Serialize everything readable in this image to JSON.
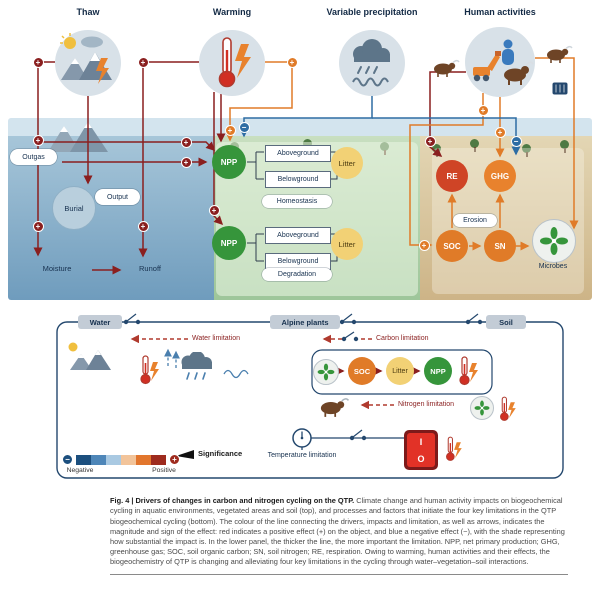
{
  "drivers": {
    "thaw": "Thaw",
    "warming": "Warming",
    "variable_precipitation": "Variable precipitation",
    "human_activities": "Human activities"
  },
  "aquatic": {
    "outgas": "Outgas",
    "burial": "Burial",
    "output": "Output",
    "moisture": "Moisture",
    "runoff": "Runoff"
  },
  "vegetated": {
    "npp": "NPP",
    "aboveground": "Aboveground",
    "belowground": "Belowground",
    "litter": "Litter",
    "homeostasis": "Homeostasis",
    "degradation": "Degradation"
  },
  "soil_zone": {
    "re": "RE",
    "ghg": "GHG",
    "erosion": "Erosion",
    "soc": "SOC",
    "sn": "SN",
    "microbes": "Microbes"
  },
  "lower_panel": {
    "water": "Water",
    "alpine_plants": "Alpine plants",
    "soil": "Soil",
    "water_limitation": "Water limitation",
    "carbon_limitation": "Carbon limitation",
    "nitrogen_limitation": "Nitrogen limitation",
    "temperature_limitation": "Temperature limitation",
    "switch_on": "I",
    "switch_off": "O"
  },
  "legend": {
    "significance": "Significance",
    "negative": "Negative",
    "positive": "Positive"
  },
  "sym": {
    "plus": "+",
    "minus": "−"
  },
  "colors": {
    "positive_effect": "#8a1f1f",
    "negative_effect": "#2e6da4",
    "npp_green": "#36953b",
    "litter_yellow": "#f2d175",
    "soc_orange": "#e07b28",
    "re_red": "#cf4426",
    "legend_scale": [
      "#1c4f7e",
      "#4e86b8",
      "#a9c9e2",
      "#f2c49a",
      "#e2762d",
      "#9e2b1e"
    ]
  },
  "caption": {
    "title": "Fig. 4 | Drivers of changes in carbon and nitrogen cycling on the QTP.",
    "body": "Climate change and human activity impacts on biogeochemical cycling in aquatic environments, vegetated areas and soil (top), and processes and factors that initiate the four key limitations in the QTP biogeochemical cycling (bottom). The colour of the line connecting the drivers, impacts and limitation, as well as arrows, indicates the magnitude and sign of the effect: red indicates a positive effect (+) on the object, and blue a negative effect (−), with the shade representing how substantial the impact is. In the lower panel, the thicker the line, the more important the limitation. NPP, net primary production; GHG, greenhouse gas; SOC, soil organic carbon; SN, soil nitrogen; RE, respiration. Owing to warming, human activities and their effects, the biogeochemistry of QTP is changing and alleviating four key limitations in the cycling through water–vegetation–soil interactions."
  }
}
